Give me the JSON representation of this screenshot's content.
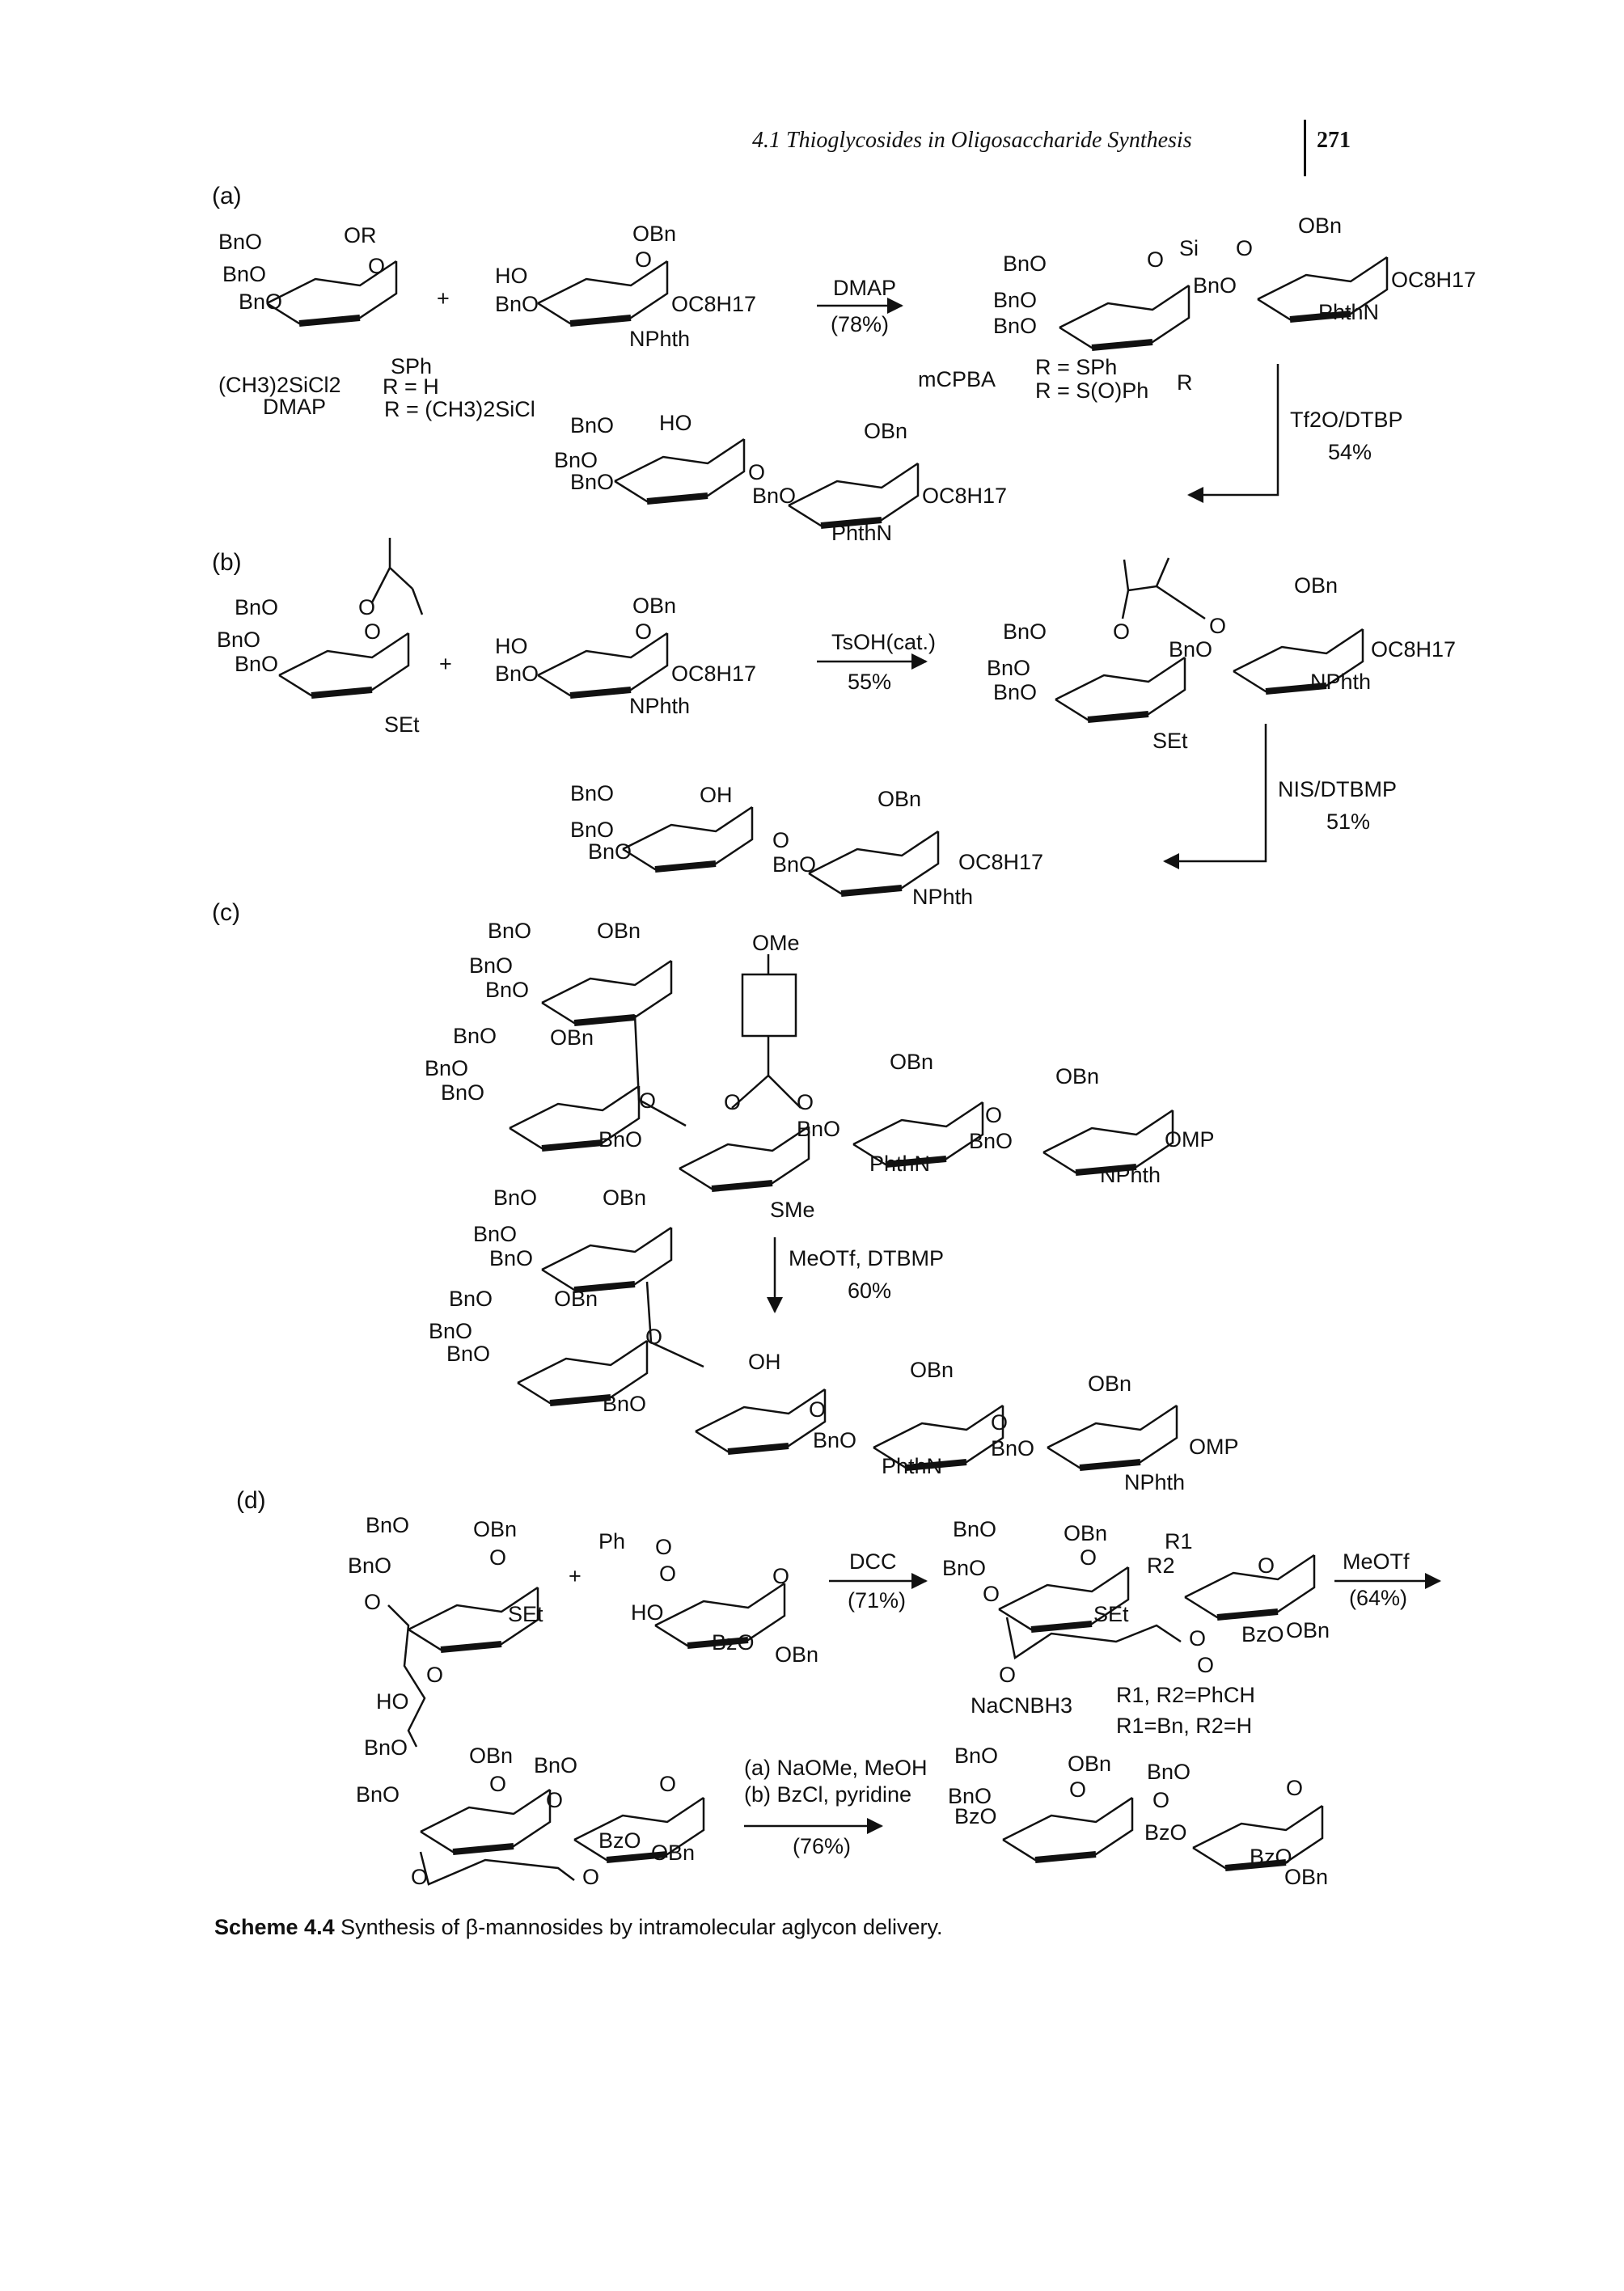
{
  "header": {
    "running_title": "4.1 Thioglycosides in Oligosaccharide Synthesis",
    "page_number": "271"
  },
  "panels": {
    "a": {
      "label": "(a)",
      "reagent_top": "DMAP",
      "yield_top": "(78%)",
      "side_reagent_1": "(CH3)2SiCl2",
      "side_reagent_2": "DMAP",
      "r_h": "R = H",
      "r_si": "R = (CH3)2SiCl",
      "r_sph": "R = SPh",
      "r_soph": "R = S(O)Ph",
      "oxidant": "mCPBA",
      "activator": "Tf2O/DTBP",
      "activator_yield": "54%"
    },
    "b": {
      "label": "(b)",
      "reagent_top": "TsOH(cat.)",
      "yield_top": "55%",
      "activator": "NIS/DTBMP",
      "activator_yield": "51%"
    },
    "c": {
      "label": "(c)",
      "activator": "MeOTf, DTBMP",
      "activator_yield": "60%"
    },
    "d": {
      "label": "(d)",
      "reagent_top": "DCC",
      "yield_top": "(71%)",
      "activator": "MeOTf",
      "activator_yield": "(64%)",
      "reduction": "NaCNBH3",
      "r_phch": "R1, R2=PhCH",
      "r_bn": "R1=Bn, R2=H",
      "step_a": "(a) NaOMe, MeOH",
      "step_b": "(b) BzCl, pyridine",
      "final_yield": "(76%)"
    }
  },
  "groups": {
    "obn": "OBn",
    "bno": "BnO",
    "or": "OR",
    "sph": "SPh",
    "set": "SEt",
    "sme": "SMe",
    "ho": "HO",
    "oh": "OH",
    "oc8h17": "OC8H17",
    "nphth": "NPhth",
    "phthn": "PhthN",
    "omp": "OMP",
    "ome": "OMe",
    "o": "O",
    "plus": "+",
    "r": "R",
    "si": "Si",
    "bzo": "BzO",
    "ph": "Ph",
    "r1": "R1",
    "r2": "R2"
  },
  "caption": {
    "label": "Scheme 4.4",
    "text": "Synthesis of β-mannosides by intramolecular aglycon delivery."
  }
}
